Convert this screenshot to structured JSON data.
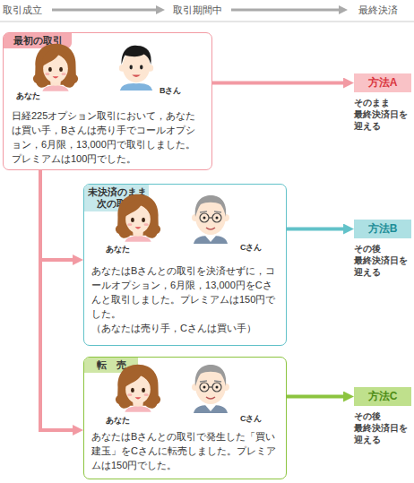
{
  "diagram": {
    "nodes": [
      {
        "text": [
          "最初の取引",
          "日経225オプション取引において，あなたは買い手，Bさんは売り手でコールオプション，6月限，13,000円で取引しました。プレミアムは100円でした。"
        ]
      },
      {
        "text": [
          "未決済のまま 次の取引",
          "あなたはBさんとの取引を決済せずに，コールオプション，6月限，13,000円をCさんと取引しました。プレミアムは150円でした。",
          "（あなたは売り手，Cさんは買い手）"
        ]
      },
      {
        "text": [
          "転　売",
          "あなたはBさんとの取引で発生した「買い建玉」をCさんに転売しました。プレミアムは150円でした。"
        ]
      },
      {
        "text": [
          "方法A",
          "そのまま 最終決済日を 迎える"
        ]
      },
      {
        "text": [
          "方法B",
          "その後 最終決済日を 迎える"
        ]
      },
      {
        "text": [
          "方法C",
          "その後 最終決済日を 迎える"
        ]
      }
    ],
    "edges": [
      {
        "from": 0,
        "to": 3,
        "arrow": "to"
      },
      {
        "from": 0,
        "to": 1,
        "arrow": "to"
      },
      {
        "from": 0,
        "to": 2,
        "arrow": "to"
      },
      {
        "from": 1,
        "to": 4,
        "arrow": "to"
      },
      {
        "from": 2,
        "to": 5,
        "arrow": "to"
      }
    ],
    "labels": [
      "取引成立",
      "取引期間中",
      "最終決済",
      "あなた",
      "Bさん",
      "あなた",
      "Cさん",
      "あなた",
      "Cさん"
    ]
  }
}
